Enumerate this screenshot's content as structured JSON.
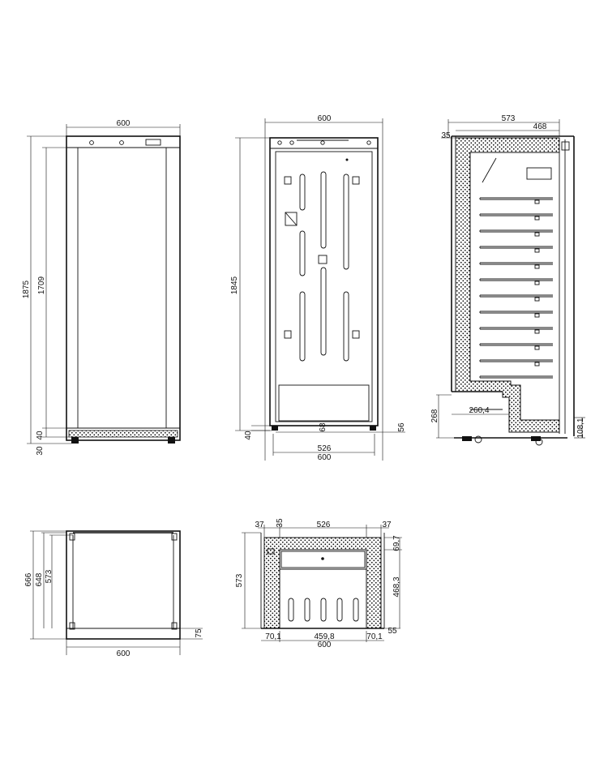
{
  "front_view": {
    "dims": {
      "width": "600",
      "total_height": "1875",
      "door_height": "1709",
      "plinth": "40",
      "feet": "30"
    }
  },
  "rear_view": {
    "dims": {
      "width_top": "600",
      "height": "1845",
      "plinth": "40",
      "foot_offset": "68",
      "side_offset": "56",
      "inner_width": "526",
      "width_bottom": "600"
    }
  },
  "side_view": {
    "dims": {
      "depth": "573",
      "inner_depth": "468",
      "top": "35",
      "step_height": "268",
      "step_depth": "260,4",
      "right_small": "108,1"
    }
  },
  "plan_view": {
    "dims": {
      "depth_total": "666",
      "depth_648": "648",
      "depth_573": "573",
      "plinth_depth": "75",
      "width": "600"
    }
  },
  "section_view": {
    "dims": {
      "left_wall": "37",
      "left_skin": "35",
      "inner_width": "526",
      "right_wall": "37",
      "depth": "573",
      "top_wall": "69,7",
      "inner_depth": "468,3",
      "bottom_left": "70,1",
      "bottom_inner": "459,8",
      "bottom_right": "70,1",
      "width": "600",
      "right_bottom": "55"
    }
  }
}
